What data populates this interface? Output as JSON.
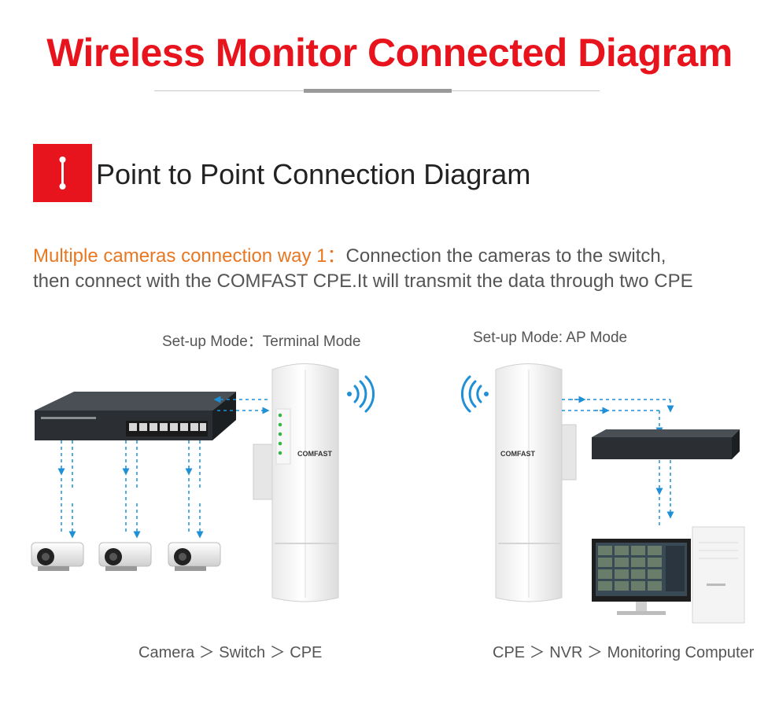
{
  "title": "Wireless Monitor Connected Diagram",
  "section": {
    "title": "Point to Point Connection Diagram"
  },
  "description": {
    "highlight": "Multiple cameras connection way 1：",
    "line1_rest": "Connection the cameras to the switch,",
    "line2": "then connect with the COMFAST CPE.It will transmit the data through two CPE"
  },
  "left": {
    "mode": "Set-up Mode：Terminal Mode",
    "caption": "Camera ＞ Switch ＞ CPE",
    "cpe_brand": "COMFAST"
  },
  "right": {
    "mode": "Set-up Mode: AP Mode",
    "caption": "CPE ＞ NVR ＞ Monitoring Computer",
    "cpe_brand": "COMFAST"
  },
  "colors": {
    "accent": "#e8141d",
    "highlight": "#e87722",
    "link": "#1f8fd6",
    "text": "#555555"
  }
}
